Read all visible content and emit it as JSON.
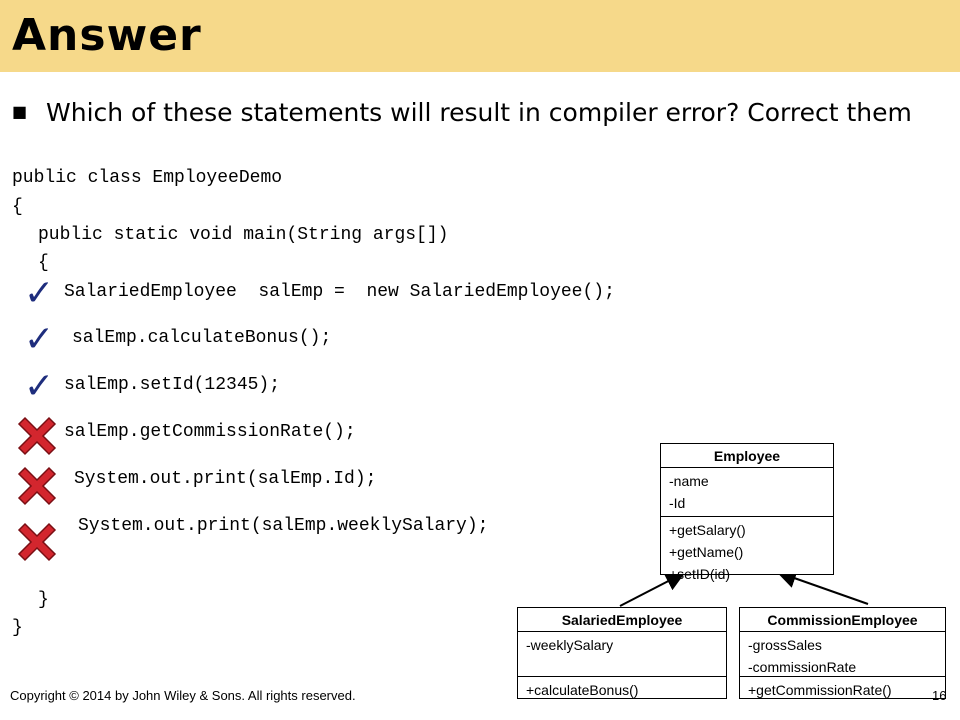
{
  "slide": {
    "title": "Answer",
    "question": "Which of these statements will result in compiler error? Correct them",
    "bullet_symbol": "■"
  },
  "code_lines": [
    "public class EmployeeDemo",
    "{",
    "public static void main(String args[])",
    "{",
    "SalariedEmployee  salEmp =  new SalariedEmployee();",
    "salEmp.calculateBonus();",
    "salEmp.setId(12345);",
    "salEmp.getCommissionRate();",
    "System.out.print(salEmp.Id);",
    "System.out.print(salEmp.weeklySalary);",
    "}",
    "}"
  ],
  "marks": {
    "check_symbol": "✓",
    "check_color": "#1e2d7d",
    "cross_color": "#d3262e",
    "cross_border_color": "#7a0f14"
  },
  "uml": {
    "employee": {
      "name": "Employee",
      "attributes": [
        "-name",
        "-Id"
      ],
      "methods": [
        "+getSalary()",
        "+getName()",
        "+setID(id)"
      ]
    },
    "salaried": {
      "name": "SalariedEmployee",
      "attributes": [
        "-weeklySalary"
      ],
      "methods": [
        "+calculateBonus()"
      ]
    },
    "commission": {
      "name": "CommissionEmployee",
      "attributes": [
        "-grossSales",
        "-commissionRate"
      ],
      "methods": [
        "+getCommissionRate()"
      ]
    }
  },
  "footer": {
    "copyright": "Copyright © 2014 by John Wiley & Sons.  All rights reserved.",
    "page_number": "16"
  }
}
